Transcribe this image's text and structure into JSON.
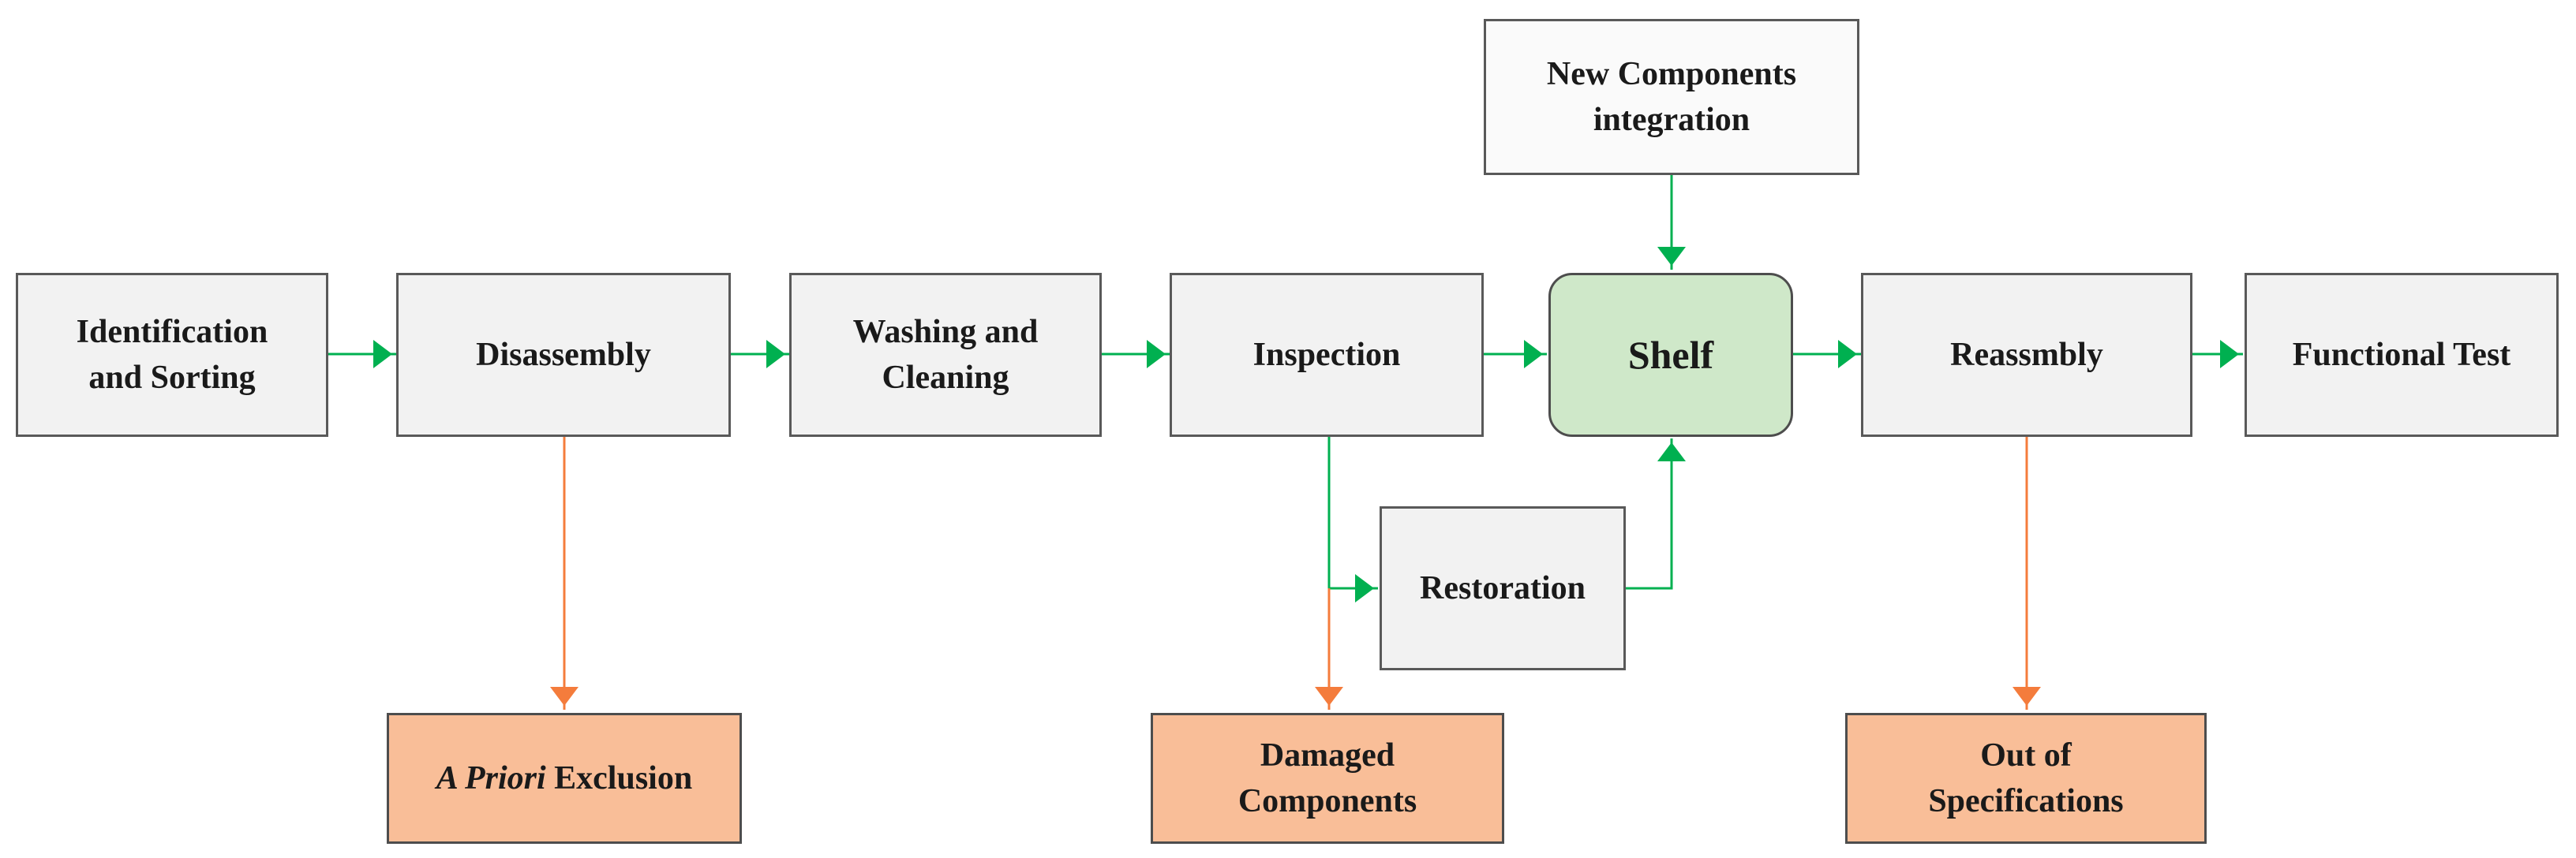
{
  "colors": {
    "flow_arrow": "#00b050",
    "exclusion_arrow": "#f47c3c",
    "process_box": "#f2f2f2",
    "shelf_box": "#cfe8c9",
    "exclusion_box": "#f9be98",
    "border": "#595959"
  },
  "nodes": {
    "identification": "Identification\nand Sorting",
    "disassembly": "Disassembly",
    "washing": "Washing and\nCleaning",
    "inspection": "Inspection",
    "shelf": "Shelf",
    "reassembly": "Reassmbly",
    "functional_test": "Functional Test",
    "new_components": "New Components\nintegration",
    "restoration": "Restoration",
    "a_priori_italic": "A Priori",
    "a_priori_rest": " Exclusion",
    "damaged": "Damaged\nComponents",
    "out_of_spec": "Out of\nSpecifications"
  }
}
